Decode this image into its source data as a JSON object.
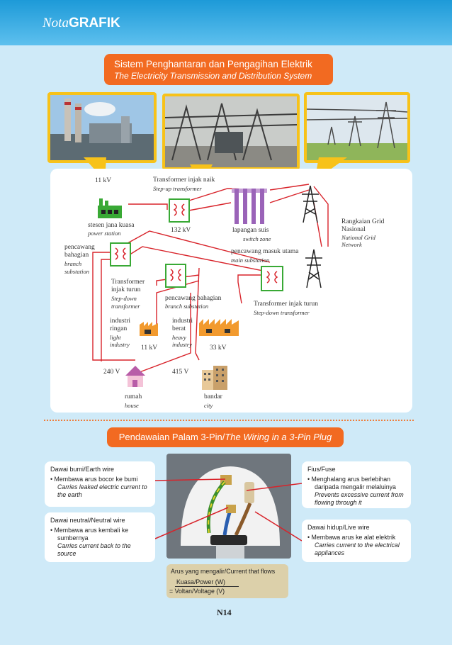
{
  "header": {
    "brand_nota": "Nota",
    "brand_grafik": "GRAFIK"
  },
  "section1": {
    "title_ms": "Sistem Penghantaran dan Pengagihan Elektrik",
    "title_en": "The Electricity Transmission and Distribution System"
  },
  "diagram": {
    "kv11_top": "11 kV",
    "stepup_ms": "Transformer injak naik",
    "stepup_en": "Step-up transformer",
    "power_station_ms": "stesen jana kuasa",
    "power_station_en": "power station",
    "kv132": "132 kV",
    "switch_zone_ms": "lapangan suis",
    "switch_zone_en": "switch zone",
    "grid_ms_1": "Rangkaian Grid",
    "grid_ms_2": "Nasional",
    "grid_en_1": "National Grid",
    "grid_en_2": "Network",
    "branch_sub1_ms_1": "pencawang",
    "branch_sub1_ms_2": "bahagian",
    "branch_sub1_en_1": "branch",
    "branch_sub1_en_2": "substation",
    "main_sub_ms": "pencawang masuk utama",
    "main_sub_en": "main substation",
    "stepdown1_ms_1": "Transformer",
    "stepdown1_ms_2": "injak turun",
    "stepdown1_en_1": "Step-down",
    "stepdown1_en_2": "transformer",
    "branch_sub2_ms": "pencawang bahagian",
    "branch_sub2_en": "branch substation",
    "stepdown2_ms": "Transformer injak turun",
    "stepdown2_en": "Step-down transformer",
    "light_ind_ms_1": "industri",
    "light_ind_ms_2": "ringan",
    "light_ind_en_1": "light",
    "light_ind_en_2": "industry",
    "kv11_bottom": "11 kV",
    "heavy_ind_ms_1": "industri",
    "heavy_ind_ms_2": "berat",
    "heavy_ind_en_1": "heavy",
    "heavy_ind_en_2": "industry",
    "kv33": "33 kV",
    "v240": "240 V",
    "v415": "415 V",
    "house_ms": "rumah",
    "house_en": "house",
    "city_ms": "bandar",
    "city_en": "city"
  },
  "section2": {
    "title_ms": "Pendawaian Palam 3-Pin/",
    "title_en": "The Wiring in a 3-Pin Plug"
  },
  "earth_box": {
    "heading": "Dawai bumi/Earth wire",
    "point_ms": "• Membawa arus bocor ke bumi",
    "point_en": "Carries leaked electric current to the earth"
  },
  "neutral_box": {
    "heading": "Dawai neutral/Neutral wire",
    "point_ms": "• Membawa arus kembali ke sumbernya",
    "point_en": "Carries current back to the source"
  },
  "fuse_box": {
    "heading": "Fius/Fuse",
    "point_ms": "• Menghalang arus berlebihan daripada mengalir melaluinya",
    "point_en": "Prevents excessive current from flowing through it"
  },
  "live_box": {
    "heading": "Dawai hidup/Live wire",
    "point_ms": "• Membawa arus ke alat elektrik",
    "point_en": "Carries current to the electrical appliances"
  },
  "formula": {
    "heading": "Arus yang mengalir/Current that flows",
    "numerator": "Kuasa/Power (W)",
    "denominator": "= Voltan/Voltage (V)"
  },
  "page": {
    "number": "N14"
  },
  "colors": {
    "accent_orange": "#f26a21",
    "wire_red": "#d8232a",
    "frame_yellow": "#f7c21a"
  }
}
